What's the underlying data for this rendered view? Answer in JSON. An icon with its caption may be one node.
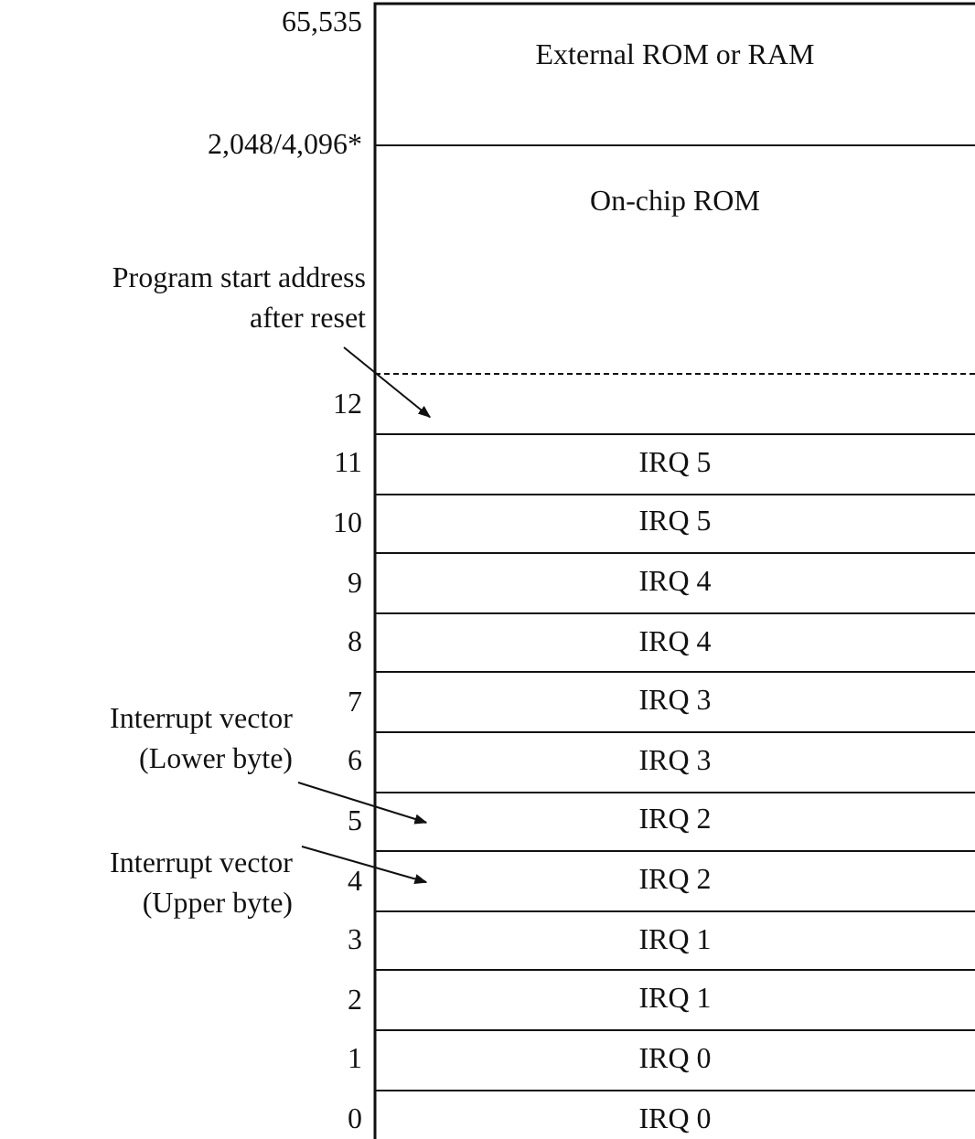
{
  "diagram": {
    "nodes": [
      {
        "text": [
          "External ROM or RAM"
        ]
      },
      {
        "text": [
          "On-chip ROM"
        ]
      },
      {
        "text": [],
        "shape": "box"
      },
      {
        "text": [
          "IRQ 5"
        ]
      },
      {
        "text": [
          "IRQ 5"
        ]
      },
      {
        "text": [
          "IRQ 4"
        ]
      },
      {
        "text": [
          "IRQ 4"
        ]
      },
      {
        "text": [
          "IRQ 3"
        ]
      },
      {
        "text": [
          "IRQ 3"
        ]
      },
      {
        "text": [
          "IRQ 2"
        ]
      },
      {
        "text": [
          "IRQ 2"
        ]
      },
      {
        "text": [
          "IRQ 1"
        ]
      },
      {
        "text": [
          "IRQ 1"
        ]
      },
      {
        "text": [
          "IRQ 0"
        ]
      },
      {
        "text": [
          "IRQ 0"
        ]
      },
      {
        "text": [
          "Program start address after reset"
        ]
      },
      {
        "text": [
          "Interrupt vector (Lower byte)"
        ]
      },
      {
        "text": [
          "Interrupt vector (Upper byte)"
        ]
      }
    ],
    "edges": [
      {
        "from": 15,
        "to": 2,
        "arrow": "to"
      },
      {
        "from": 16,
        "to": 9,
        "arrow": "to"
      },
      {
        "from": 17,
        "to": 10,
        "arrow": "to"
      }
    ],
    "labels": [
      "65,535",
      "2,048/4,096*",
      "12",
      "11",
      "10",
      "9",
      "8",
      "7",
      "6",
      "5",
      "4",
      "3",
      "2",
      "1",
      "0"
    ]
  }
}
